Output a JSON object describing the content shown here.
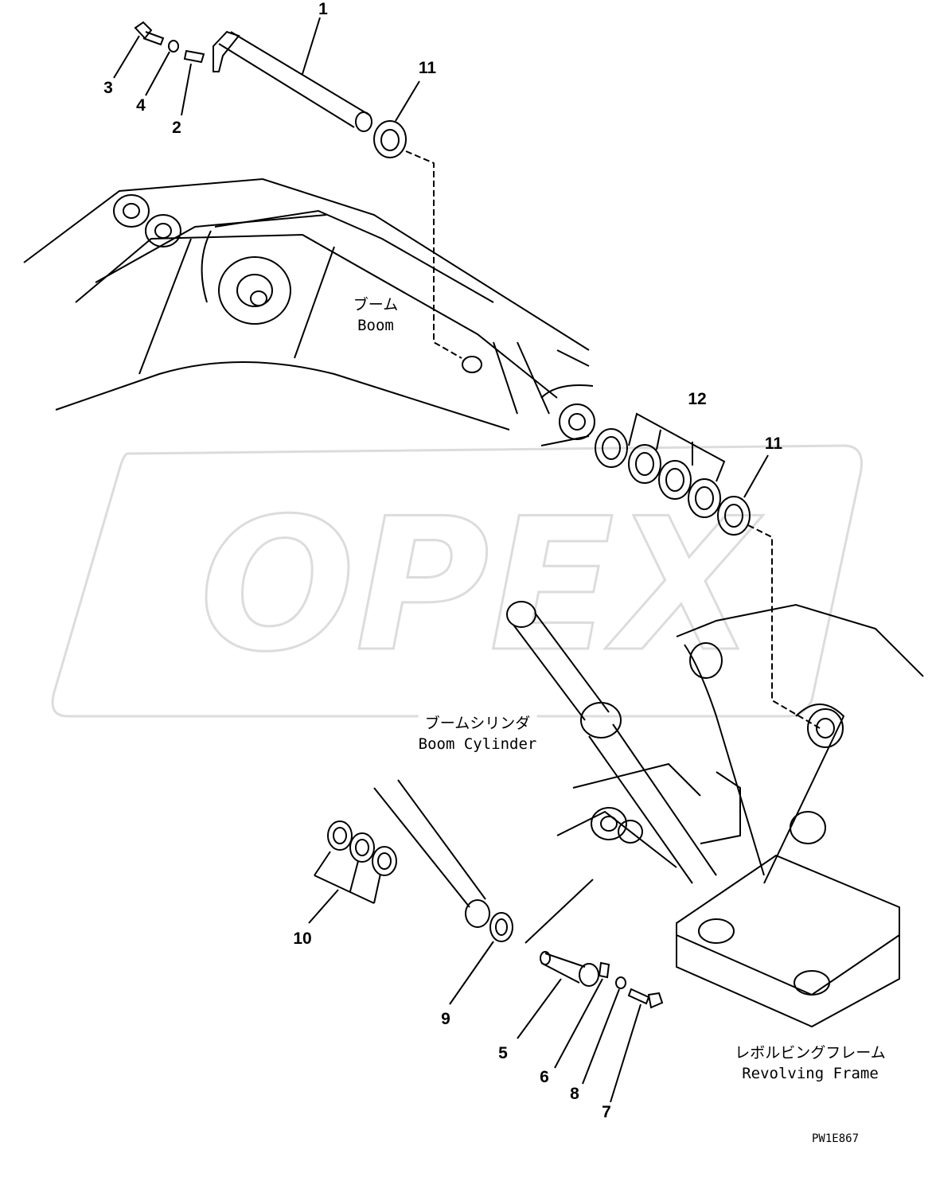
{
  "callouts": {
    "c1": "1",
    "c2": "2",
    "c3": "3",
    "c4": "4",
    "c5": "5",
    "c6": "6",
    "c7": "7",
    "c8": "8",
    "c9": "9",
    "c10": "10",
    "c11a": "11",
    "c11b": "11",
    "c12": "12"
  },
  "labels": {
    "boom_jp": "ブーム",
    "boom_en": "Boom",
    "cylinder_jp": "ブームシリンダ",
    "cylinder_en": "Boom Cylinder",
    "frame_jp": "レボルビングフレーム",
    "frame_en": "Revolving Frame"
  },
  "drawing_code": "PW1E867",
  "watermark": "OPEX"
}
